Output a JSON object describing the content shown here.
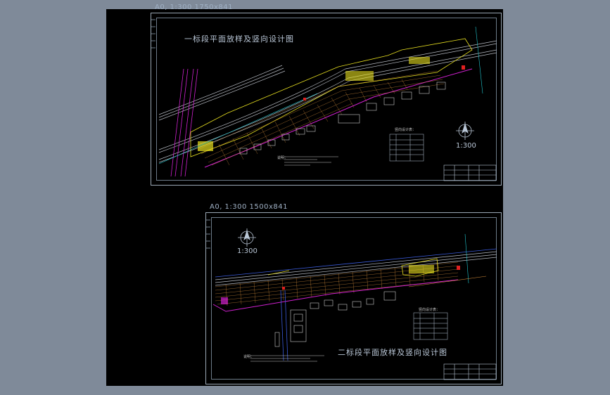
{
  "sheet1": {
    "size_label": "A0, 1:300  1750x841",
    "title": "一标段平面放样及竖向设计图",
    "scale": "1:300",
    "table_heading": "竖向设计表：",
    "notes_label": "说明："
  },
  "sheet2": {
    "size_label": "A0, 1:300   1500x841",
    "title": "二标段平面放样及竖向设计图",
    "scale": "1:300",
    "table_heading": "竖向设计表：",
    "notes_label": "说明："
  },
  "colors": {
    "background": "#7f8a99",
    "canvas": "#000000",
    "frame": "#9aa7b4",
    "grid_orange": "#d08a3a",
    "road_white": "#c9c9c9",
    "magenta": "#d020d0",
    "yellow": "#e8e020",
    "cyan": "#20c8d0",
    "blue": "#3a5ad8",
    "red": "#e02020"
  }
}
